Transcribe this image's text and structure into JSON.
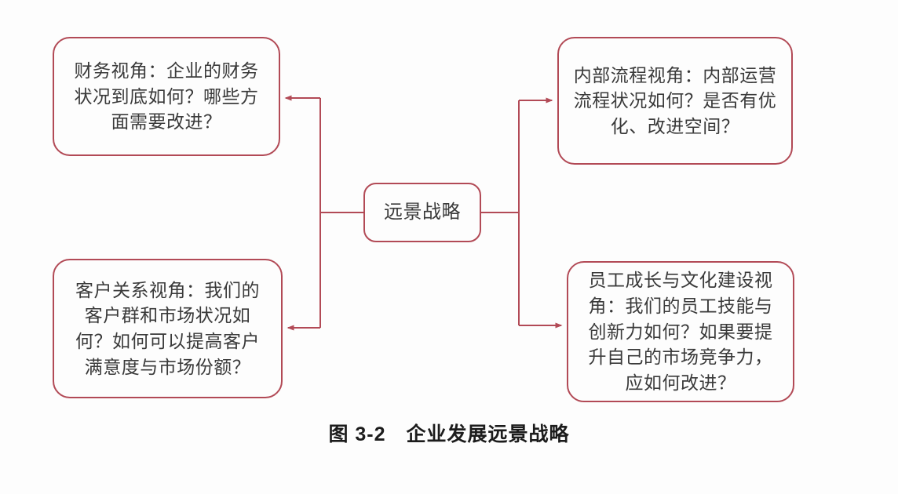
{
  "diagram": {
    "nodes": {
      "center": {
        "label": "远景战略"
      },
      "financial": {
        "text": "财务视角：企业的财务状况到底如何？哪些方面需要改进？"
      },
      "internal": {
        "text": "内部流程视角：内部运营流程状况如何？是否有优化、改进空间？"
      },
      "customer": {
        "text": "客户关系视角：我们的客户群和市场状况如何？如何可以提高客户满意度与市场份额？"
      },
      "employee": {
        "text": "员工成长与文化建设视角：我们的员工技能与创新力如何？如果要提升自己的市场竞争力，应如何改进？"
      }
    },
    "caption": "图 3-2　企业发展远景战略",
    "colors": {
      "line": "#b24a56",
      "text": "#3a3a3a",
      "background": "#fdfdfd"
    }
  }
}
